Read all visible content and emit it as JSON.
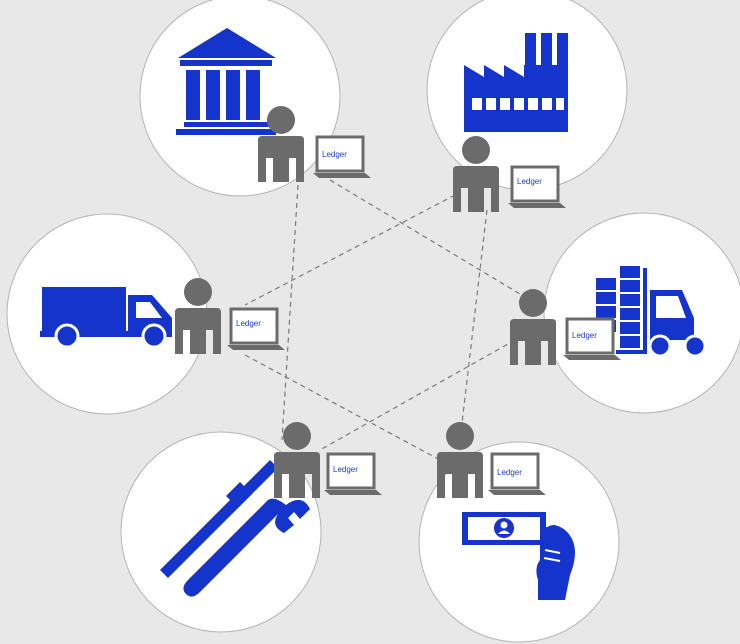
{
  "colors": {
    "background": "#e8e8e8",
    "circle_fill": "#ffffff",
    "circle_stroke": "#b5b5b5",
    "icon_blue": "#1434cb",
    "person_gray": "#6b6b6b",
    "connector": "#7a7a7a"
  },
  "nodes": [
    {
      "id": "bank",
      "icon": "bank-icon",
      "ledger_label": "Ledger"
    },
    {
      "id": "factory",
      "icon": "factory-icon",
      "ledger_label": "Ledger"
    },
    {
      "id": "logistics",
      "icon": "delivery-truck-icon",
      "ledger_label": "Ledger"
    },
    {
      "id": "warehouse",
      "icon": "forklift-icon",
      "ledger_label": "Ledger"
    },
    {
      "id": "maintenance",
      "icon": "tools-icon",
      "ledger_label": "Ledger"
    },
    {
      "id": "payments",
      "icon": "cash-payment-icon",
      "ledger_label": "Ledger"
    }
  ]
}
